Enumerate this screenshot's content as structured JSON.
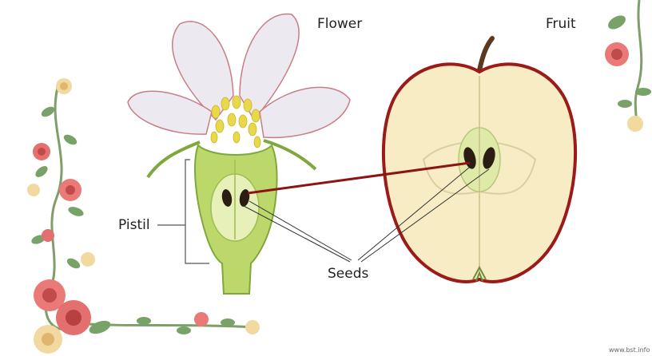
{
  "labels": {
    "flower": "Flower",
    "fruit": "Fruit",
    "pistil": "Pistil",
    "seeds": "Seeds",
    "credit": "www.bst.info"
  },
  "colors": {
    "petal": "#ece9f1",
    "petal_vein": "#c97d86",
    "stamen": "#e8d84a",
    "pistil_green": "#bcd86a",
    "pistil_dark": "#7fa83c",
    "seed": "#2b1d14",
    "apple_flesh": "#f7ecc4",
    "apple_skin": "#9b1a1a",
    "connector_line": "#8c1414",
    "rose_pink": "#e36f6f",
    "rose_yellow": "#f1d9a0",
    "leaf": "#6e9a5c"
  }
}
